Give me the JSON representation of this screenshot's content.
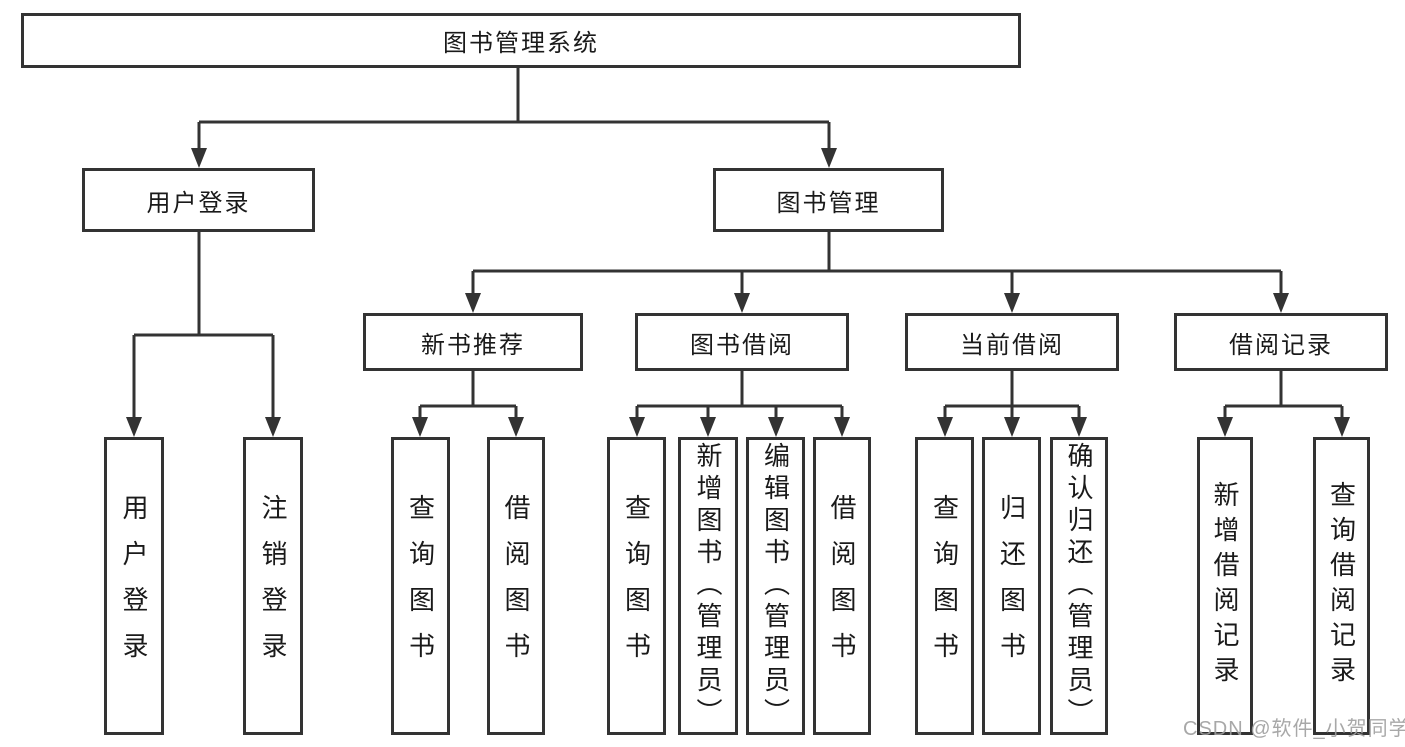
{
  "diagram_type": "tree",
  "tree": {
    "root": "图书管理系统",
    "children": [
      {
        "label": "用户登录",
        "children": [
          "用户登录",
          "注销登录"
        ]
      },
      {
        "label": "图书管理",
        "children": [
          {
            "label": "新书推荐",
            "children": [
              "查询图书",
              "借阅图书"
            ]
          },
          {
            "label": "图书借阅",
            "children": [
              "查询图书",
              "新增图书（管理员）",
              "编辑图书（管理员）",
              "借阅图书"
            ]
          },
          {
            "label": "当前借阅",
            "children": [
              "查询图书",
              "归还图书",
              "确认归还（管理员）"
            ]
          },
          {
            "label": "借阅记录",
            "children": [
              "新增借阅记录",
              "查询借阅记录"
            ]
          }
        ]
      }
    ]
  },
  "watermark": {
    "text": "CSDN @软件_小贺同学"
  },
  "style": {
    "line_color": "#333333",
    "text_color": "#1a1a1a",
    "background": "#ffffff",
    "watermark_color": "#9e9e9e"
  }
}
